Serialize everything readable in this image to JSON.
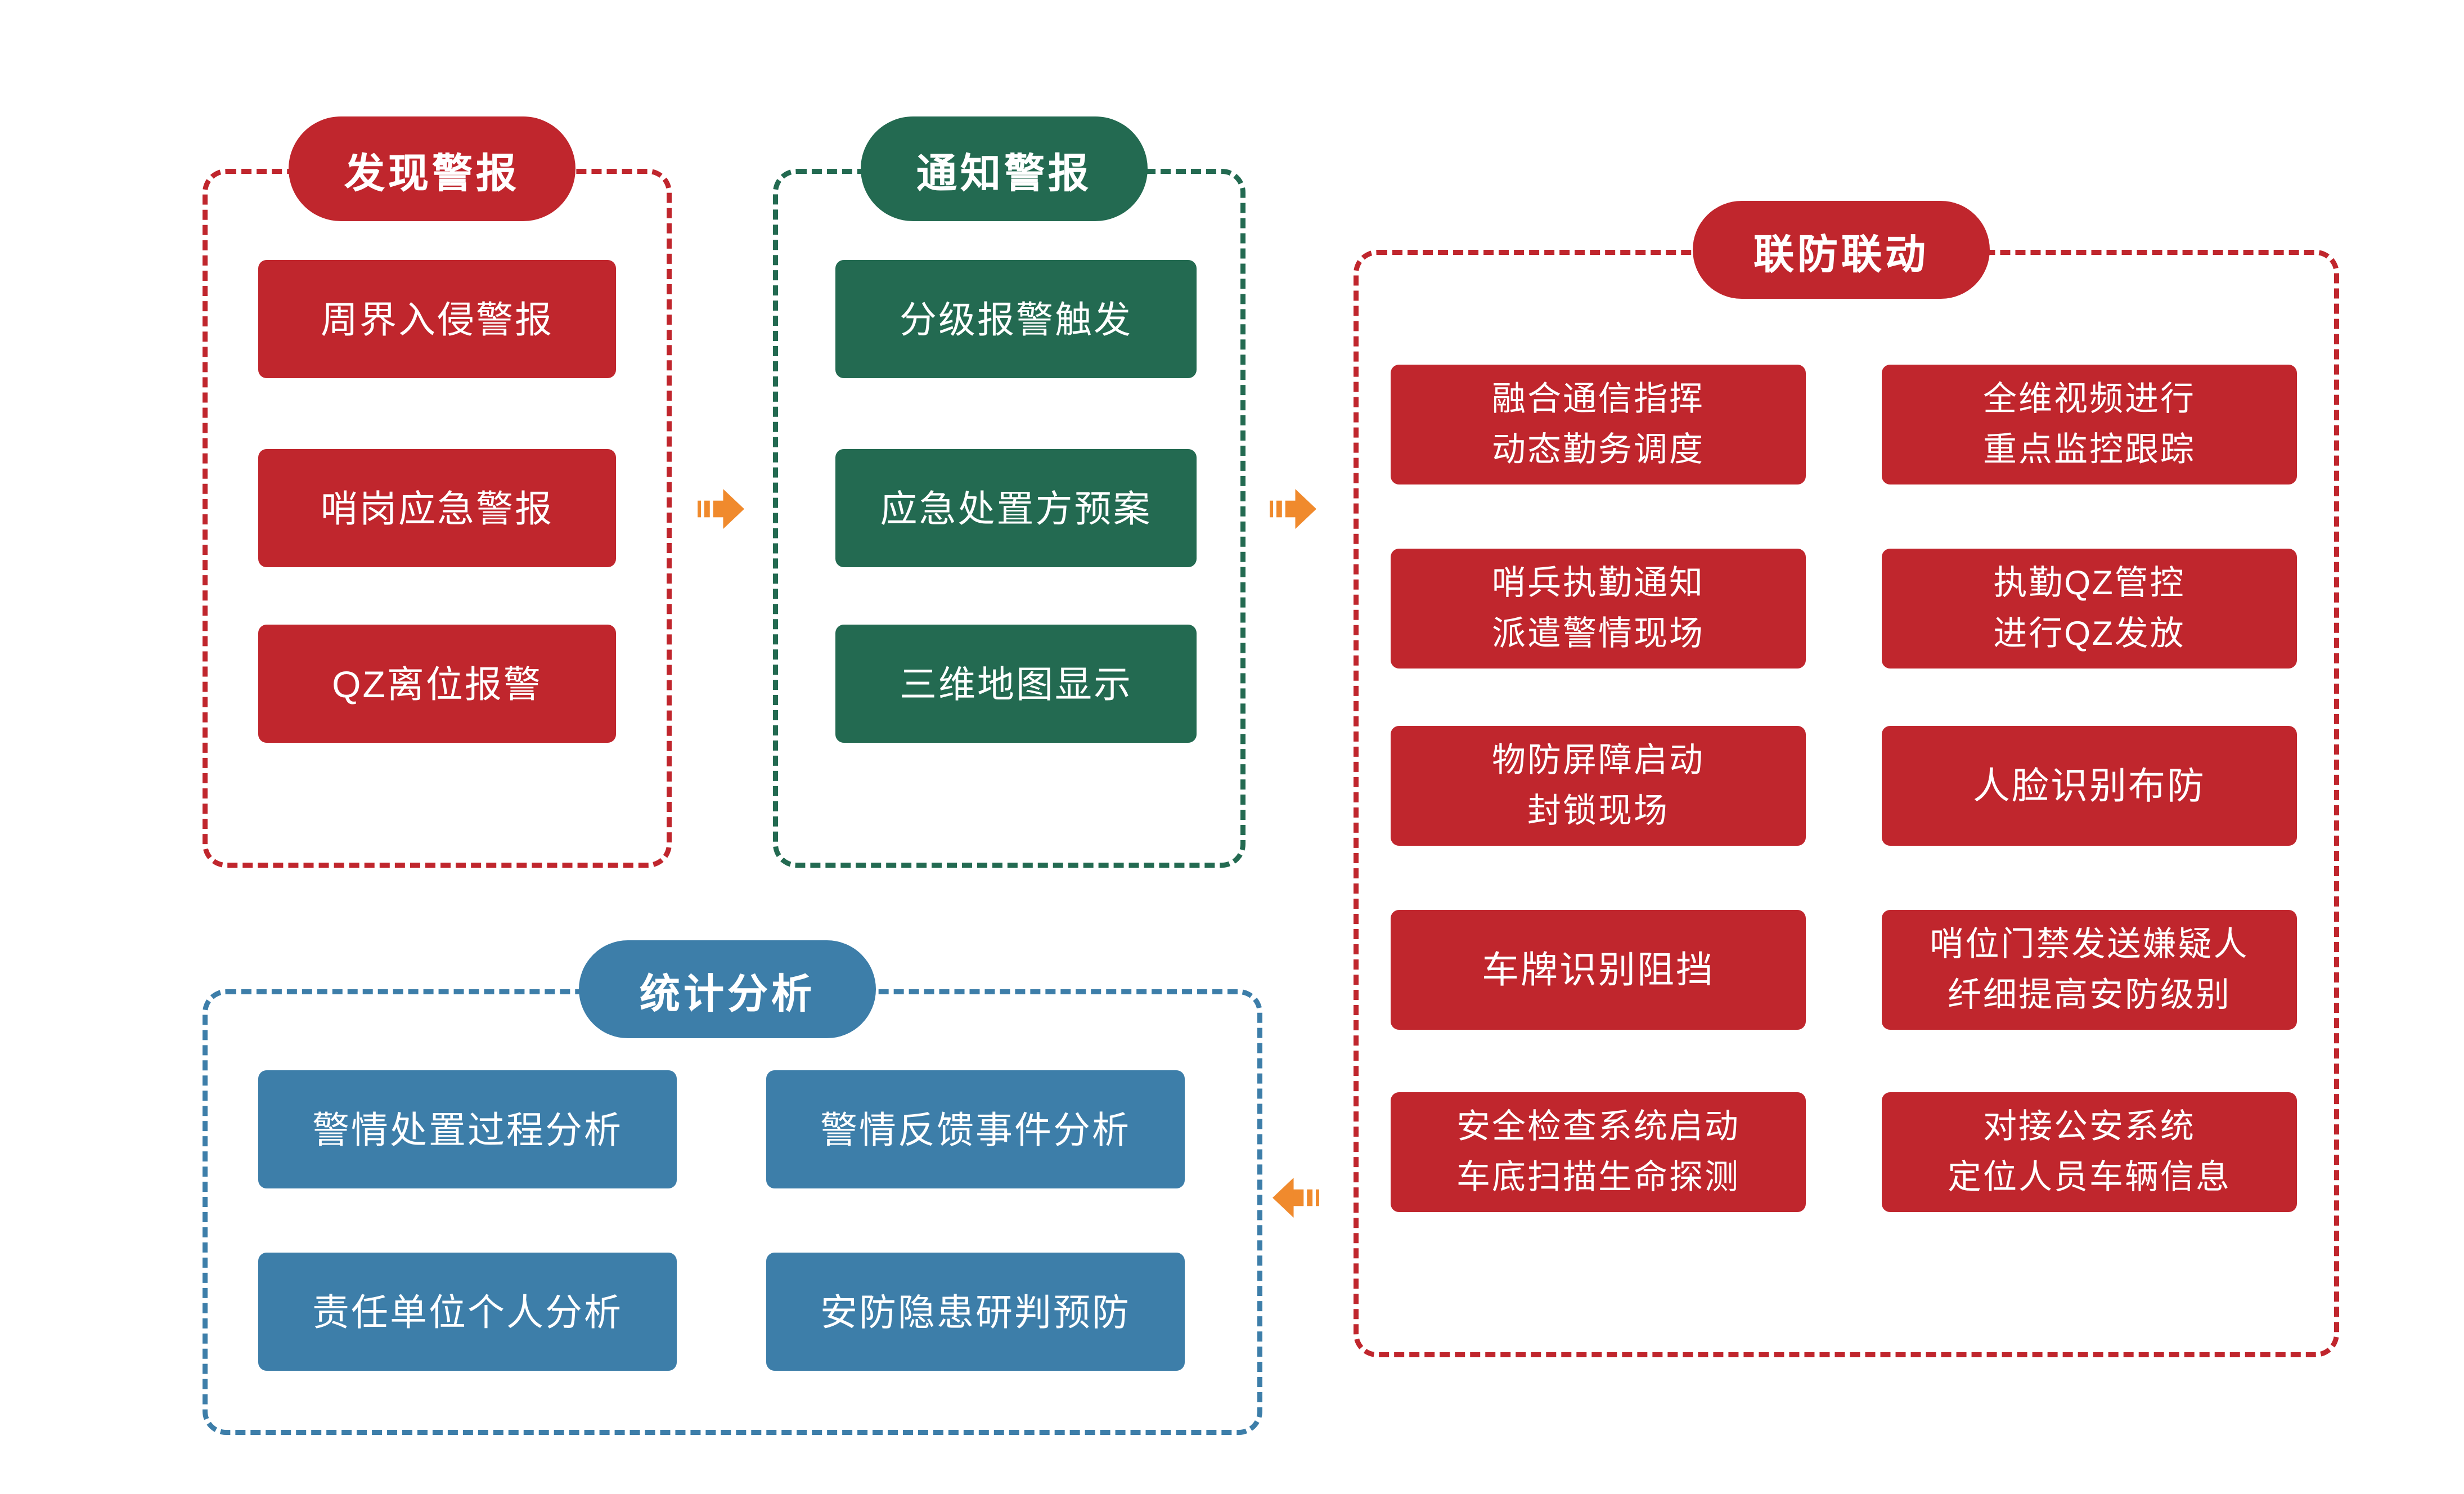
{
  "page": {
    "background": "#FFFFFF"
  },
  "colors": {
    "red": "#C0262D",
    "green": "#236A51",
    "blue": "#3D7EA9",
    "orange": "#F08A2D",
    "text": "#FFFFFF"
  },
  "groups": {
    "discover": {
      "title": "发现警报",
      "items": [
        "周界入侵警报",
        "哨岗应急警报",
        "QZ离位报警"
      ]
    },
    "notify": {
      "title": "通知警报",
      "items": [
        "分级报警触发",
        "应急处置方预案",
        "三维地图显示"
      ]
    },
    "linkage": {
      "title": "联防联动",
      "left_items": [
        "融合通信指挥\n动态勤务调度",
        "哨兵执勤通知\n派遣警情现场",
        "物防屏障启动\n封锁现场",
        "车牌识别阻挡",
        "安全检查系统启动\n车底扫描生命探测"
      ],
      "right_items": [
        "全维视频进行\n重点监控跟踪",
        "执勤QZ管控\n进行QZ发放",
        "人脸识别布防",
        "哨位门禁发送嫌疑人\n纤细提高安防级别",
        "对接公安系统\n定位人员车辆信息"
      ]
    },
    "stats": {
      "title": "统计分析",
      "items": [
        "警情处置过程分析",
        "警情反馈事件分析",
        "责任单位个人分析",
        "安防隐患研判预防"
      ]
    }
  },
  "arrows": [
    {
      "name": "arrow-discover-to-notify",
      "direction": "right"
    },
    {
      "name": "arrow-notify-to-linkage",
      "direction": "right"
    },
    {
      "name": "arrow-linkage-to-stats",
      "direction": "left"
    }
  ]
}
